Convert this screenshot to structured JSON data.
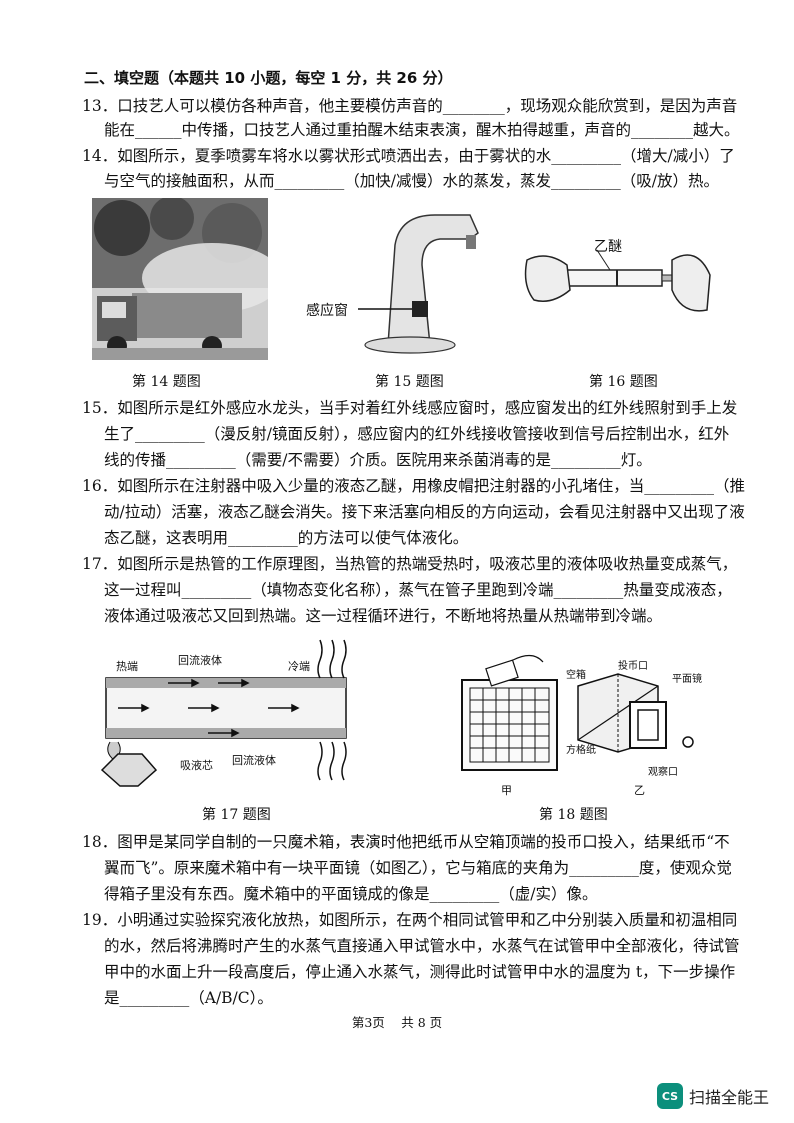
{
  "section_title": "二、填空题（本题共 10 小题，每空 1 分，共 26 分）",
  "lines": [
    "13．口技艺人可以模仿各种声音，他主要模仿声音的________，现场观众能欣赏到，是因为声音",
    "能在______中传播，口技艺人通过重拍醒木结束表演，醒木拍得越重，声音的________越大。",
    "14．如图所示，夏季喷雾车将水以雾状形式喷洒出去，由于雾状的水_________（增大/减小）了",
    "与空气的接触面积，从而_________（加快/减慢）水的蒸发，蒸发_________（吸/放）热。",
    "15．如图所示是红外感应水龙头，当手对着红外线感应窗时，感应窗发出的红外线照射到手上发",
    "生了_________（漫反射/镜面反射），感应窗内的红外线接收管接收到信号后控制出水，红外",
    "线的传播_________（需要/不需要）介质。医院用来杀菌消毒的是_________灯。",
    "16．如图所示在注射器中吸入少量的液态乙醚，用橡皮帽把注射器的小孔堵住，当_________（推",
    "动/拉动）活塞，液态乙醚会消失。接下来活塞向相反的方向运动，会看见注射器中又出现了液",
    "态乙醚，这表明用_________的方法可以使气体液化。",
    "17．如图所示是热管的工作原理图，当热管的热端受热时，吸液芯里的液体吸收热量变成蒸气，",
    "这一过程叫_________（填物态变化名称），蒸气在管子里跑到冷端_________热量变成液态，",
    "液体通过吸液芯又回到热端。这一过程循环进行，不断地将热量从热端带到冷端。",
    "18．图甲是某同学自制的一只魔术箱，表演时他把纸币从空箱顶端的投币口投入，结果纸币“不",
    "翼而飞”。原来魔术箱中有一块平面镜（如图乙），它与箱底的夹角为_________度，使观众觉",
    "得箱子里没有东西。魔术箱中的平面镜成的像是_________（虚/实）像。",
    "19．小明通过实验探究液化放热，如图所示，在两个相同试管甲和乙中分别装入质量和初温相同",
    "的水，然后将沸腾时产生的水蒸气直接通入甲试管水中，水蒸气在试管甲中全部液化，待试管",
    "甲中的水面上升一段高度后，停止通入水蒸气，测得此时试管甲中水的温度为 t，下一步操作",
    "是_________（A/B/C）。"
  ],
  "captions": {
    "fig14": "第 14 题图",
    "fig15": "第 15 题图",
    "fig16": "第 16 题图",
    "fig17": "第 17 题图",
    "fig18": "第 18 题图"
  },
  "fig15_label": "感应窗",
  "fig16_label": "乙醚",
  "fig17_labels": {
    "hot_end": "热端",
    "return_top": "回流液体",
    "cold_end": "冷端",
    "wick": "吸液芯",
    "return_bottom": "回流液体"
  },
  "fig18_labels": {
    "jia": "甲",
    "yi": "乙",
    "empty_box": "空箱",
    "coin_slot": "投币口",
    "mirror": "平面镜",
    "grid_paper": "方格纸",
    "window": "观察口"
  },
  "footer": "第3页　 共 8 页",
  "watermark": {
    "badge": "CS",
    "text": "扫描全能王",
    "color": "#0c8f7c"
  }
}
